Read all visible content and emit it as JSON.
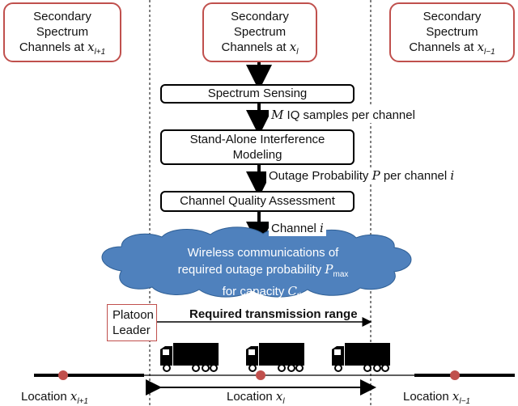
{
  "channel_boxes": {
    "left": {
      "line1": "Secondary",
      "line2": "Spectrum",
      "prefix": "Channels at ",
      "var": "x",
      "sub": "l+1"
    },
    "center": {
      "line1": "Secondary",
      "line2": "Spectrum",
      "prefix": "Channels at ",
      "var": "x",
      "sub": "l"
    },
    "right": {
      "line1": "Secondary",
      "line2": "Spectrum",
      "prefix": "Channels at ",
      "var": "x",
      "sub": "l−1"
    }
  },
  "steps": {
    "sensing": "Spectrum Sensing",
    "modeling_line1": "Stand-Alone Interference",
    "modeling_line2": "Modeling",
    "assessment": "Channel Quality Assessment"
  },
  "edge_labels": {
    "samples_var": "M",
    "samples_text": " IQ samples per channel",
    "outage_text_a": "Outage Probability ",
    "outage_var": "P",
    "outage_text_b": " per channel ",
    "outage_var_i": "i",
    "channel_text": "Channel ",
    "channel_var": "i"
  },
  "cloud": {
    "line1": "Wireless communications of",
    "line2": "required outage probability ",
    "line2_var": "P",
    "line2_sub": "max",
    "line3": "for capacity ",
    "line3_var": "C",
    "line3_sub": "th",
    "color": "#4f81bd"
  },
  "leader": {
    "line1": "Platoon",
    "line2": "Leader"
  },
  "range_label": "Required transmission range",
  "locations": {
    "left": {
      "text": "Location ",
      "var": "x",
      "sub": "l+1"
    },
    "center": {
      "text": "Location ",
      "var": "x",
      "sub": "l"
    },
    "right": {
      "text": "Location ",
      "var": "x",
      "sub": "l−1"
    }
  },
  "colors": {
    "red": "#c0504d",
    "dot": "#c0504d",
    "black": "#000000"
  }
}
